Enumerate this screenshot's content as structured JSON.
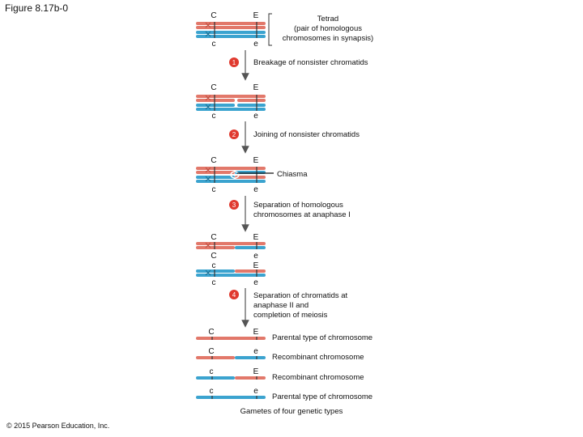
{
  "figure_title": "Figure 8.17b-0",
  "copyright": "© 2015 Pearson Education, Inc.",
  "colors": {
    "red": "#e2786a",
    "blue": "#3ba3cf",
    "arrow": "#555555",
    "step_badge": "#e03a2f"
  },
  "alleles": {
    "upper_c": "C",
    "lower_c": "c",
    "upper_e": "E",
    "lower_e": "e"
  },
  "tetrad_label": {
    "line1": "Tetrad",
    "line2": "(pair of homologous",
    "line3": "chromosomes in synapsis)"
  },
  "steps": [
    {
      "number": "1",
      "text": [
        "Breakage of nonsister chromatids"
      ]
    },
    {
      "number": "2",
      "text": [
        "Joining of nonsister chromatids"
      ]
    },
    {
      "number": "3",
      "text": [
        "Separation of homologous",
        "chromosomes at anaphase I"
      ]
    },
    {
      "number": "4",
      "text": [
        "Separation of chromatids at",
        "anaphase II and",
        "completion of meiosis"
      ]
    }
  ],
  "chiasma_label": "Chiasma",
  "gametes": [
    {
      "left": "C",
      "right": "E",
      "type": "Parental type of chromosome"
    },
    {
      "left": "C",
      "right": "e",
      "type": "Recombinant chromosome"
    },
    {
      "left": "c",
      "right": "E",
      "type": "Recombinant chromosome"
    },
    {
      "left": "c",
      "right": "e",
      "type": "Parental type of chromosome"
    }
  ],
  "gametes_caption": "Gametes of four genetic types"
}
